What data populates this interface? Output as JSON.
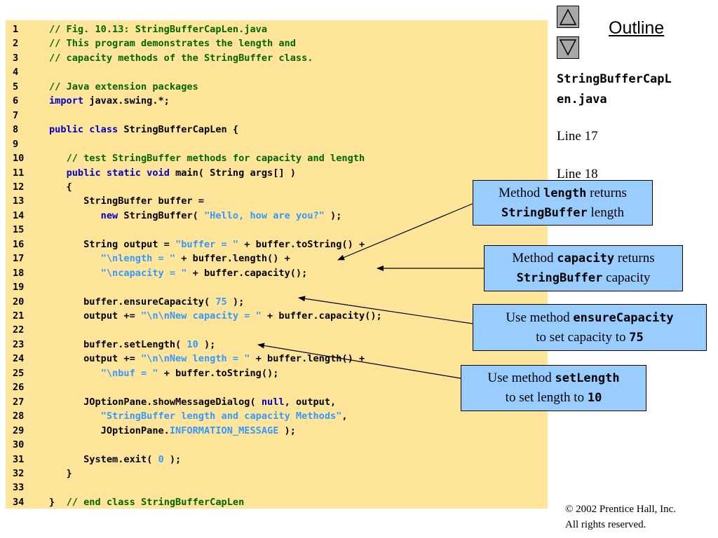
{
  "code_lines": [
    [
      [
        "c",
        "// Fig. 10.13: StringBufferCapLen.java"
      ]
    ],
    [
      [
        "c",
        "// This program demonstrates the length and"
      ]
    ],
    [
      [
        "c",
        "// capacity methods of the StringBuffer class."
      ]
    ],
    [],
    [
      [
        "c",
        "// Java extension packages"
      ]
    ],
    [
      [
        "k",
        "import"
      ],
      [
        "n",
        " javax.swing.*;"
      ]
    ],
    [],
    [
      [
        "k",
        "public class"
      ],
      [
        "n",
        " StringBufferCapLen {"
      ]
    ],
    [],
    [
      [
        "n",
        "   "
      ],
      [
        "c",
        "// test StringBuffer methods for capacity and length"
      ]
    ],
    [
      [
        "n",
        "   "
      ],
      [
        "k",
        "public static void"
      ],
      [
        "n",
        " main( String args[] )"
      ]
    ],
    [
      [
        "n",
        "   {"
      ]
    ],
    [
      [
        "n",
        "      StringBuffer buffer ="
      ]
    ],
    [
      [
        "n",
        "         "
      ],
      [
        "k",
        "new"
      ],
      [
        "n",
        " StringBuffer( "
      ],
      [
        "s",
        "\"Hello, how are you?\""
      ],
      [
        "n",
        " );"
      ]
    ],
    [],
    [
      [
        "n",
        "      String output = "
      ],
      [
        "s",
        "\"buffer = \""
      ],
      [
        "n",
        " + buffer.toString() +"
      ]
    ],
    [
      [
        "n",
        "         "
      ],
      [
        "s",
        "\"\\nlength = \""
      ],
      [
        "n",
        " + buffer.length() +"
      ]
    ],
    [
      [
        "n",
        "         "
      ],
      [
        "s",
        "\"\\ncapacity = \""
      ],
      [
        "n",
        " + buffer.capacity();"
      ]
    ],
    [],
    [
      [
        "n",
        "      buffer.ensureCapacity( "
      ],
      [
        "s",
        "75"
      ],
      [
        "n",
        " );"
      ]
    ],
    [
      [
        "n",
        "      output += "
      ],
      [
        "s",
        "\"\\n\\nNew capacity = \""
      ],
      [
        "n",
        " + buffer.capacity();"
      ]
    ],
    [],
    [
      [
        "n",
        "      buffer.setLength( "
      ],
      [
        "s",
        "10"
      ],
      [
        "n",
        " );"
      ]
    ],
    [
      [
        "n",
        "      output += "
      ],
      [
        "s",
        "\"\\n\\nNew length = \""
      ],
      [
        "n",
        " + buffer.length() +"
      ]
    ],
    [
      [
        "n",
        "         "
      ],
      [
        "s",
        "\"\\nbuf = \""
      ],
      [
        "n",
        " + buffer.toString();"
      ]
    ],
    [],
    [
      [
        "n",
        "      JOptionPane.showMessageDialog( "
      ],
      [
        "k",
        "null"
      ],
      [
        "n",
        ", output,"
      ]
    ],
    [
      [
        "n",
        "         "
      ],
      [
        "s",
        "\"StringBuffer length and capacity Methods\""
      ],
      [
        "n",
        ","
      ]
    ],
    [
      [
        "n",
        "         JOptionPane."
      ],
      [
        "s",
        "INFORMATION_MESSAGE"
      ],
      [
        "n",
        " );"
      ]
    ],
    [],
    [
      [
        "n",
        "      System.exit( "
      ],
      [
        "s",
        "0"
      ],
      [
        "n",
        " );"
      ]
    ],
    [
      [
        "n",
        "   }"
      ]
    ],
    [],
    [
      [
        "n",
        "}  "
      ],
      [
        "c",
        "// end class StringBufferCapLen"
      ]
    ]
  ],
  "sidebar": {
    "outline": "Outline",
    "file_name": "StringBufferCapL\nen.java",
    "line_refs": [
      "Line 17",
      "Line 18"
    ]
  },
  "callouts": [
    {
      "lines": [
        [
          [
            "t",
            "Method "
          ],
          [
            "m",
            "length"
          ],
          [
            "t",
            " returns"
          ]
        ],
        [
          [
            "m",
            "StringBuffer"
          ],
          [
            "t",
            " length"
          ]
        ]
      ]
    },
    {
      "lines": [
        [
          [
            "t",
            "Method "
          ],
          [
            "m",
            "capacity"
          ],
          [
            "t",
            " returns"
          ]
        ],
        [
          [
            "m",
            "StringBuffer"
          ],
          [
            "t",
            " capacity"
          ]
        ]
      ]
    },
    {
      "lines": [
        [
          [
            "t",
            "Use method "
          ],
          [
            "m",
            "ensureCapacity"
          ]
        ],
        [
          [
            "t",
            "to set capacity to "
          ],
          [
            "m",
            "75"
          ]
        ]
      ]
    },
    {
      "lines": [
        [
          [
            "t",
            "Use method "
          ],
          [
            "m",
            "setLength"
          ]
        ],
        [
          [
            "t",
            "to set length to "
          ],
          [
            "m",
            "10"
          ]
        ]
      ]
    }
  ],
  "copyright": {
    "line1": "© 2002 Prentice Hall, Inc.",
    "line2": "All rights reserved."
  },
  "colors": {
    "code_background": "#FFE599",
    "comment": "#006600",
    "keyword": "#0000CC",
    "string_literal": "#3399FF",
    "callout_background": "#99CCFF",
    "nav_button": "#A8A8A8"
  },
  "icons": {
    "prev": "triangle-up-icon",
    "next": "triangle-down-icon"
  }
}
